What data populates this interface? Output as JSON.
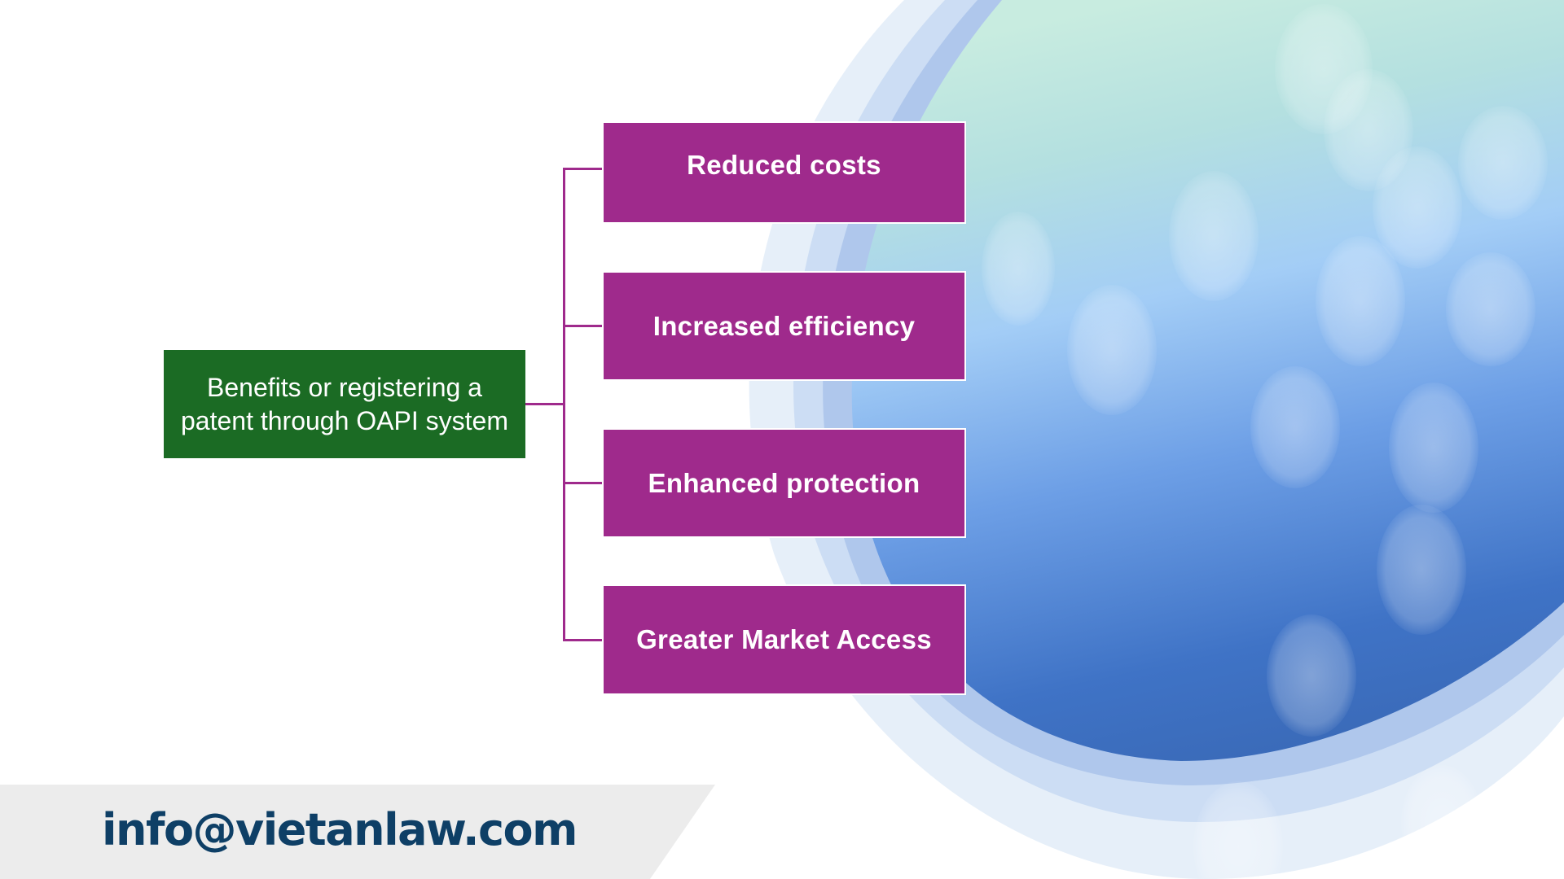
{
  "diagram": {
    "root": {
      "label": "Benefits or registering a patent through OAPI system",
      "color": "#1b6b24"
    },
    "branches": [
      {
        "label": "Reduced costs"
      },
      {
        "label": "Increased efficiency"
      },
      {
        "label": "Enhanced protection"
      },
      {
        "label": "Greater Market Access"
      }
    ],
    "branch_color": "#9f2a8c",
    "connector_color": "#9f2a8c"
  },
  "footer": {
    "email": "info@vietanlaw.com",
    "text_color": "#0e3f66",
    "band_color": "#ececec"
  }
}
